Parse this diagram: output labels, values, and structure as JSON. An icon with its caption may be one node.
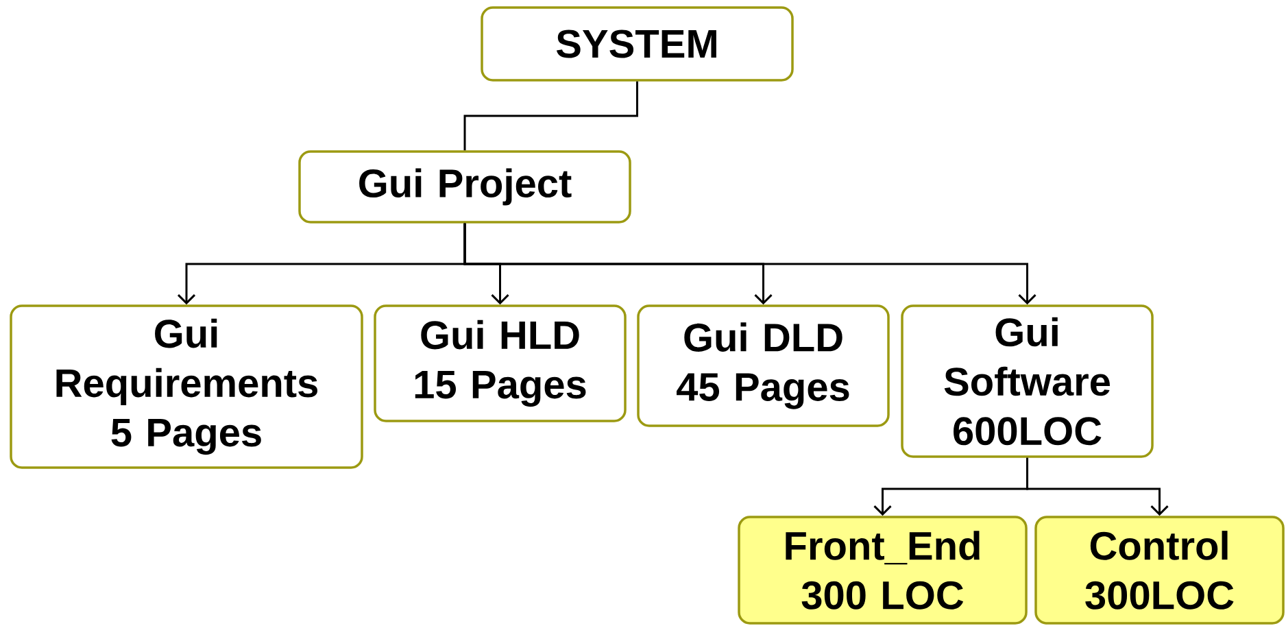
{
  "diagram": {
    "nodes": [
      {
        "text": [
          "SYSTEM"
        ]
      },
      {
        "text": [
          "Gui Project"
        ]
      },
      {
        "text": [
          "Gui Requirements",
          "5 Pages"
        ]
      },
      {
        "text": [
          "Gui HLD",
          "15 Pages"
        ]
      },
      {
        "text": [
          "Gui DLD",
          "45 Pages"
        ]
      },
      {
        "text": [
          "Gui Software",
          "600LOC"
        ]
      },
      {
        "text": [
          "Front_End",
          "300 LOC"
        ]
      },
      {
        "text": [
          "Control",
          "300LOC"
        ]
      }
    ],
    "edges": [
      {
        "from": 0,
        "to": 1,
        "arrow": "none"
      },
      {
        "from": 1,
        "to": 2,
        "arrow": "to"
      },
      {
        "from": 1,
        "to": 3,
        "arrow": "to"
      },
      {
        "from": 1,
        "to": 4,
        "arrow": "to"
      },
      {
        "from": 1,
        "to": 5,
        "arrow": "to"
      },
      {
        "from": 5,
        "to": 6,
        "arrow": "to"
      },
      {
        "from": 5,
        "to": 7,
        "arrow": "to"
      }
    ]
  }
}
